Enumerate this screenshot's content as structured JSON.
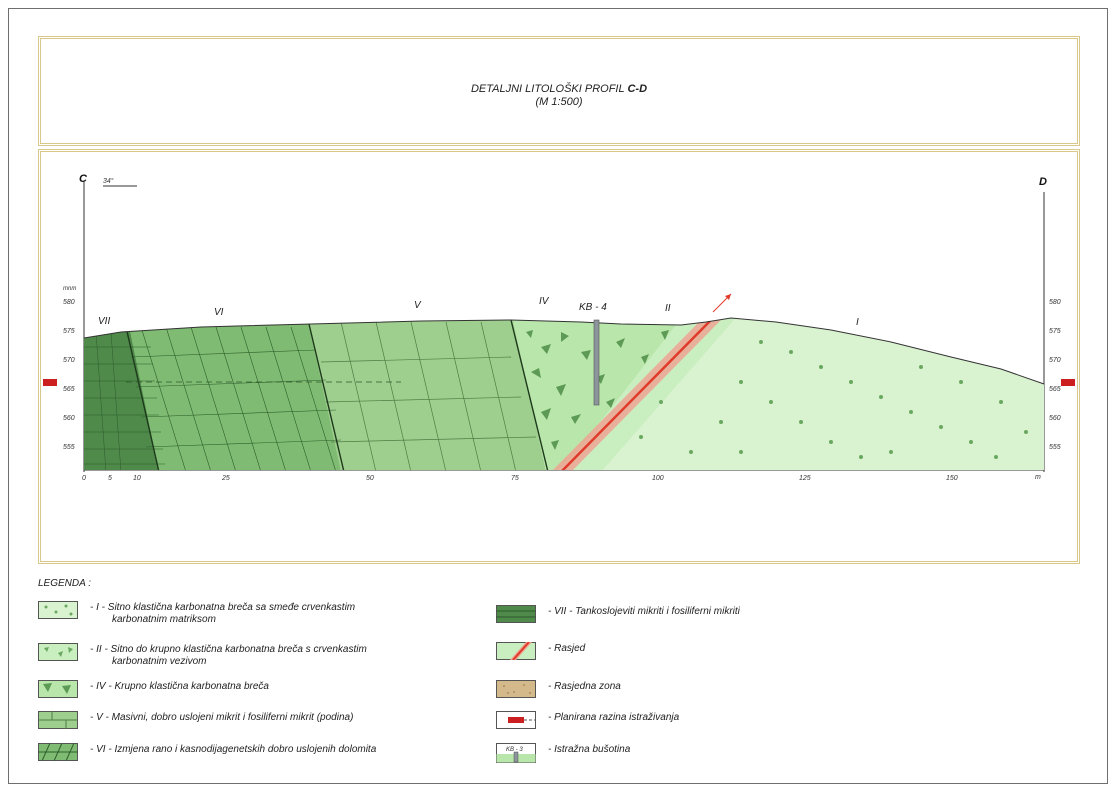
{
  "title": {
    "line1_prefix": "DETALJNI LITOLOŠKI PROFIL ",
    "line1_bold": "C-D",
    "line2": "(M 1:500)"
  },
  "profile": {
    "endpoint_left": "C",
    "endpoint_right": "D",
    "direction_label": "34°",
    "unit_elevation": "mnm",
    "unit_distance": "m",
    "elevation_ticks": [
      "580",
      "575",
      "570",
      "565",
      "560",
      "555"
    ],
    "distance_ticks": [
      "0",
      "5",
      "10",
      "25",
      "50",
      "75",
      "100",
      "125",
      "150"
    ],
    "units": [
      "VII",
      "VI",
      "V",
      "IV",
      "II",
      "I"
    ],
    "borehole_label": "KB - 4"
  },
  "legend": {
    "title": "LEGENDA :",
    "items": [
      {
        "line1": "- I - Sitno klastična karbonatna breča sa smeđe crvenkastim",
        "line2": "karbonatnim matriksom"
      },
      {
        "line1": "- II - Sitno do krupno klastična karbonatna breča s crvenkastim",
        "line2": "karbonatnim vezivom"
      },
      {
        "line1": "- IV - Krupno klastična karbonatna breča",
        "line2": ""
      },
      {
        "line1": "- V - Masivni, dobro uslojeni mikrit i fosiliferni mikrit (podina)",
        "line2": ""
      },
      {
        "line1": "- VI - Izmjena rano i kasnodijagenetskih dobro uslojenih dolomita",
        "line2": ""
      },
      {
        "line1": "- VII - Tankoslojeviti mikriti i fosiliferni mikriti",
        "line2": ""
      },
      {
        "line1": "- Rasjed",
        "line2": ""
      },
      {
        "line1": "- Rasjedna zona",
        "line2": ""
      },
      {
        "line1": "- Planirana razina istraživanja",
        "line2": ""
      },
      {
        "line1": "- Istražna bušotina",
        "line2": ""
      }
    ],
    "borehole_symbol_label": "KB - 3"
  },
  "colors": {
    "unit_I": "#d9f2cf",
    "unit_II": "#c9eec0",
    "unit_IV": "#b9e6aa",
    "unit_V": "#9fcf8e",
    "unit_VI": "#7fbb72",
    "unit_VII": "#4f8a4a",
    "fault": "#e03a2a",
    "frame": "#d8c98a",
    "marker": "#cc1f1f"
  }
}
